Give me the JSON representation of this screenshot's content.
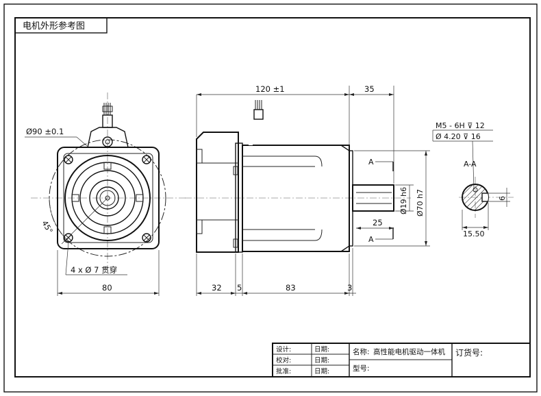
{
  "title": "电机外形参考图",
  "dimensions": {
    "flange_diameter": "Ø90 ±0.1",
    "holes": "4 x Ø 7 贯穿",
    "flange_width": "80",
    "angle": "45°",
    "total_length": "120 ±1",
    "shaft_length": "35",
    "len_32": "32",
    "len_5": "5",
    "len_83": "83",
    "len_3": "3",
    "shaft_diameter": "Ø19 h6",
    "pilot_diameter": "Ø70 h7",
    "key_length": "25",
    "thread": "M5 - 6H ⊽ 12",
    "drill": "Ø 4.20 ⊽ 16",
    "section_label": "A-A",
    "section_mark": "A",
    "key_height": "15.50",
    "key_width": "6"
  },
  "title_block": {
    "design": "设计:",
    "check": "校对:",
    "approve": "批准:",
    "date": "日期:",
    "name_label": "名称:",
    "name_value": "高性能电机驱动一体机",
    "model_label": "型号:",
    "order_label": "订货号:"
  }
}
